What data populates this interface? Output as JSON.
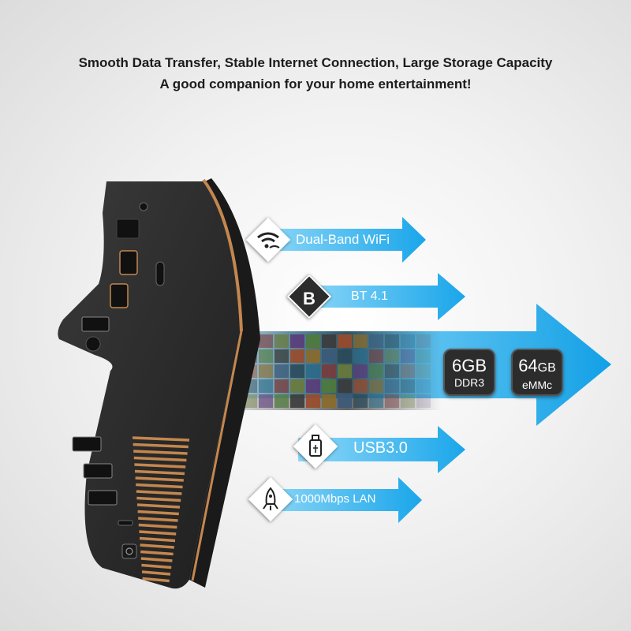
{
  "headline": {
    "line1": "Smooth Data Transfer, Stable Internet Connection, Large Storage Capacity",
    "line2": "A good companion for your home entertainment!"
  },
  "features": {
    "wifi": {
      "label": "Dual-Band WiFi",
      "icon": "wifi-icon"
    },
    "bt": {
      "label": "BT 4.1",
      "badge": "B",
      "icon": "bluetooth-icon"
    },
    "usb": {
      "label": "USB3.0",
      "icon": "usb-drive-icon"
    },
    "lan": {
      "label": "1000Mbps LAN",
      "icon": "rocket-icon"
    }
  },
  "specs": {
    "ram": {
      "size": "6GB",
      "type": "DDR3"
    },
    "storage": {
      "size": "64",
      "unit": "GB",
      "type": "eMMc"
    }
  },
  "colors": {
    "arrow_light": "#7fd3f7",
    "arrow_mid": "#2fb3ee",
    "arrow_dark": "#0f8fd6",
    "device_body": "#2a2a2a",
    "heatsink": "#c4874e"
  }
}
